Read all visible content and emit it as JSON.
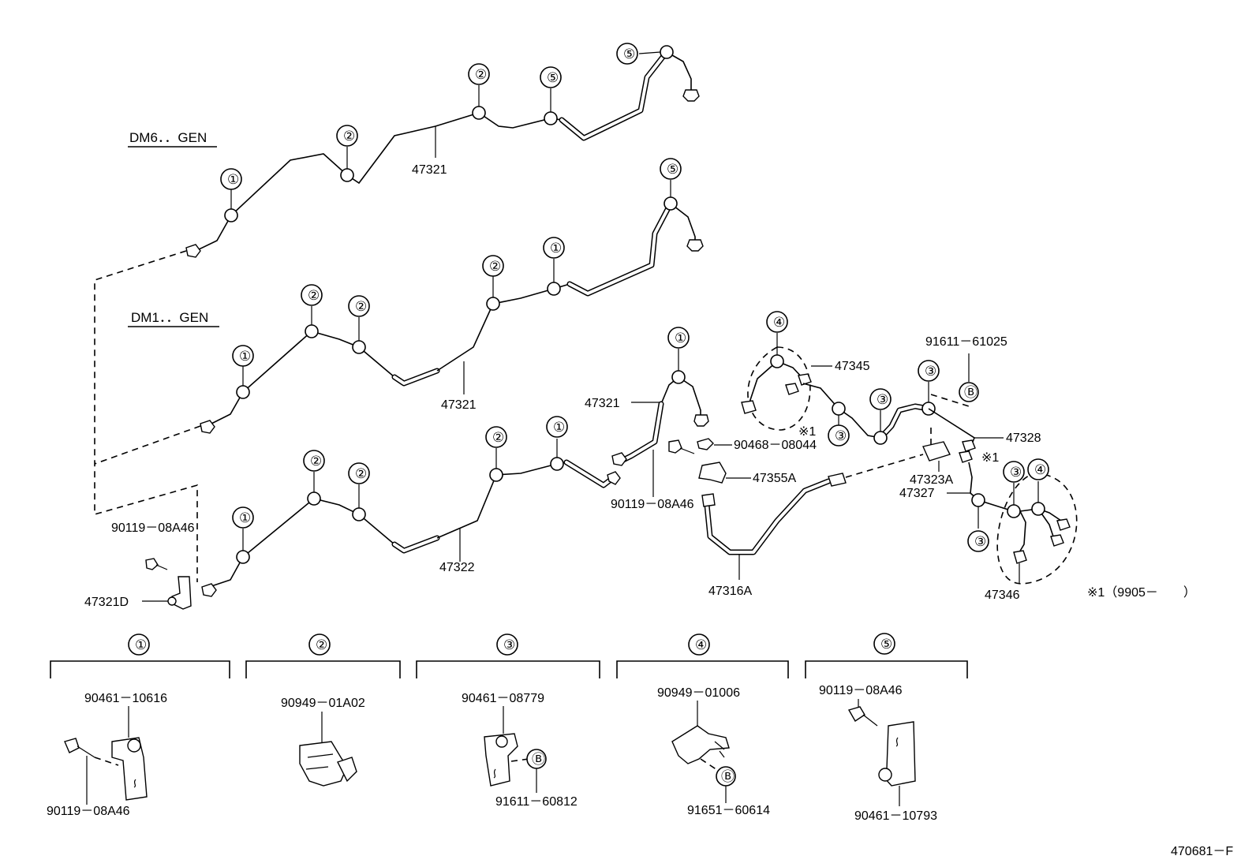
{
  "variants": {
    "dm6": "DM6．．GEN",
    "dm1": "DM1．．GEN"
  },
  "callouts": {
    "c1": "①",
    "c2": "②",
    "c3": "③",
    "c4": "④",
    "c5": "⑤",
    "b": "Ⓑ"
  },
  "parts": {
    "p47321": "47321",
    "p47322": "47322",
    "p47321D": "47321D",
    "p90119_08A46": "90119－08A46",
    "p90468_08044": "90468－08044",
    "p47355A": "47355A",
    "p47316A": "47316A",
    "p47345": "47345",
    "p47346": "47346",
    "p91611_61025": "91611－61025",
    "p47328": "47328",
    "p47323A": "47323A",
    "p47327": "47327",
    "p90461_10616": "90461－10616",
    "p90949_01A02": "90949－01A02",
    "p90461_08779": "90461－08779",
    "p91611_60812": "91611－60812",
    "p90949_01006": "90949－01006",
    "p91651_60614": "91651－60614",
    "p90461_10793": "90461－10793"
  },
  "notes": {
    "x1": "※1",
    "x1_range": "※1（9905－　　）"
  },
  "figure_id": "470681－F"
}
